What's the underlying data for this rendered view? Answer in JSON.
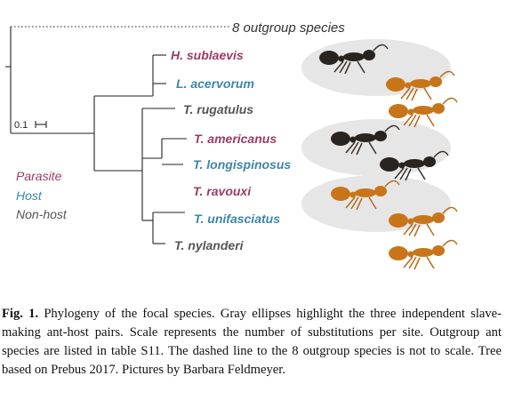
{
  "outgroup_label": "8 outgroup species",
  "scale_label": "0.1",
  "colors": {
    "parasite": "#9a3c66",
    "host": "#3c86a8",
    "non_host": "#555555",
    "branch": "#222222",
    "ellipse": "#e6e6e6"
  },
  "legend": [
    {
      "label": "Parasite",
      "role": "parasite"
    },
    {
      "label": "Host",
      "role": "host"
    },
    {
      "label": "Non-host",
      "role": "non_host"
    }
  ],
  "species": [
    {
      "name": "H. sublaevis",
      "role": "parasite"
    },
    {
      "name": "L. acervorum",
      "role": "host"
    },
    {
      "name": "T. rugatulus",
      "role": "non_host"
    },
    {
      "name": "T. americanus",
      "role": "parasite"
    },
    {
      "name": "T. longispinosus",
      "role": "host"
    },
    {
      "name": "T. ravouxi",
      "role": "parasite"
    },
    {
      "name": "T. unifasciatus",
      "role": "host"
    },
    {
      "name": "T. nylanderi",
      "role": "non_host"
    }
  ],
  "ants": [
    {
      "species": "H. sublaevis",
      "color": "dark"
    },
    {
      "species": "L. acervorum",
      "color": "orange"
    },
    {
      "species": "T. rugatulus",
      "color": "orange"
    },
    {
      "species": "T. americanus",
      "color": "dark"
    },
    {
      "species": "T. longispinosus",
      "color": "dark"
    },
    {
      "species": "T. ravouxi",
      "color": "orange"
    },
    {
      "species": "T. unifasciatus",
      "color": "orange"
    },
    {
      "species": "T. nylanderi",
      "color": "orange"
    }
  ],
  "caption": {
    "label": "Fig. 1.",
    "text": " Phylogeny of the focal species. Gray ellipses highlight the three independent slave-making ant-host pairs. Scale represents the number of substitutions per site. Outgroup ant species are listed in table S11. The dashed line to the 8 outgroup species is not to scale. Tree based on Prebus 2017. Pictures by Barbara Feldmeyer."
  }
}
